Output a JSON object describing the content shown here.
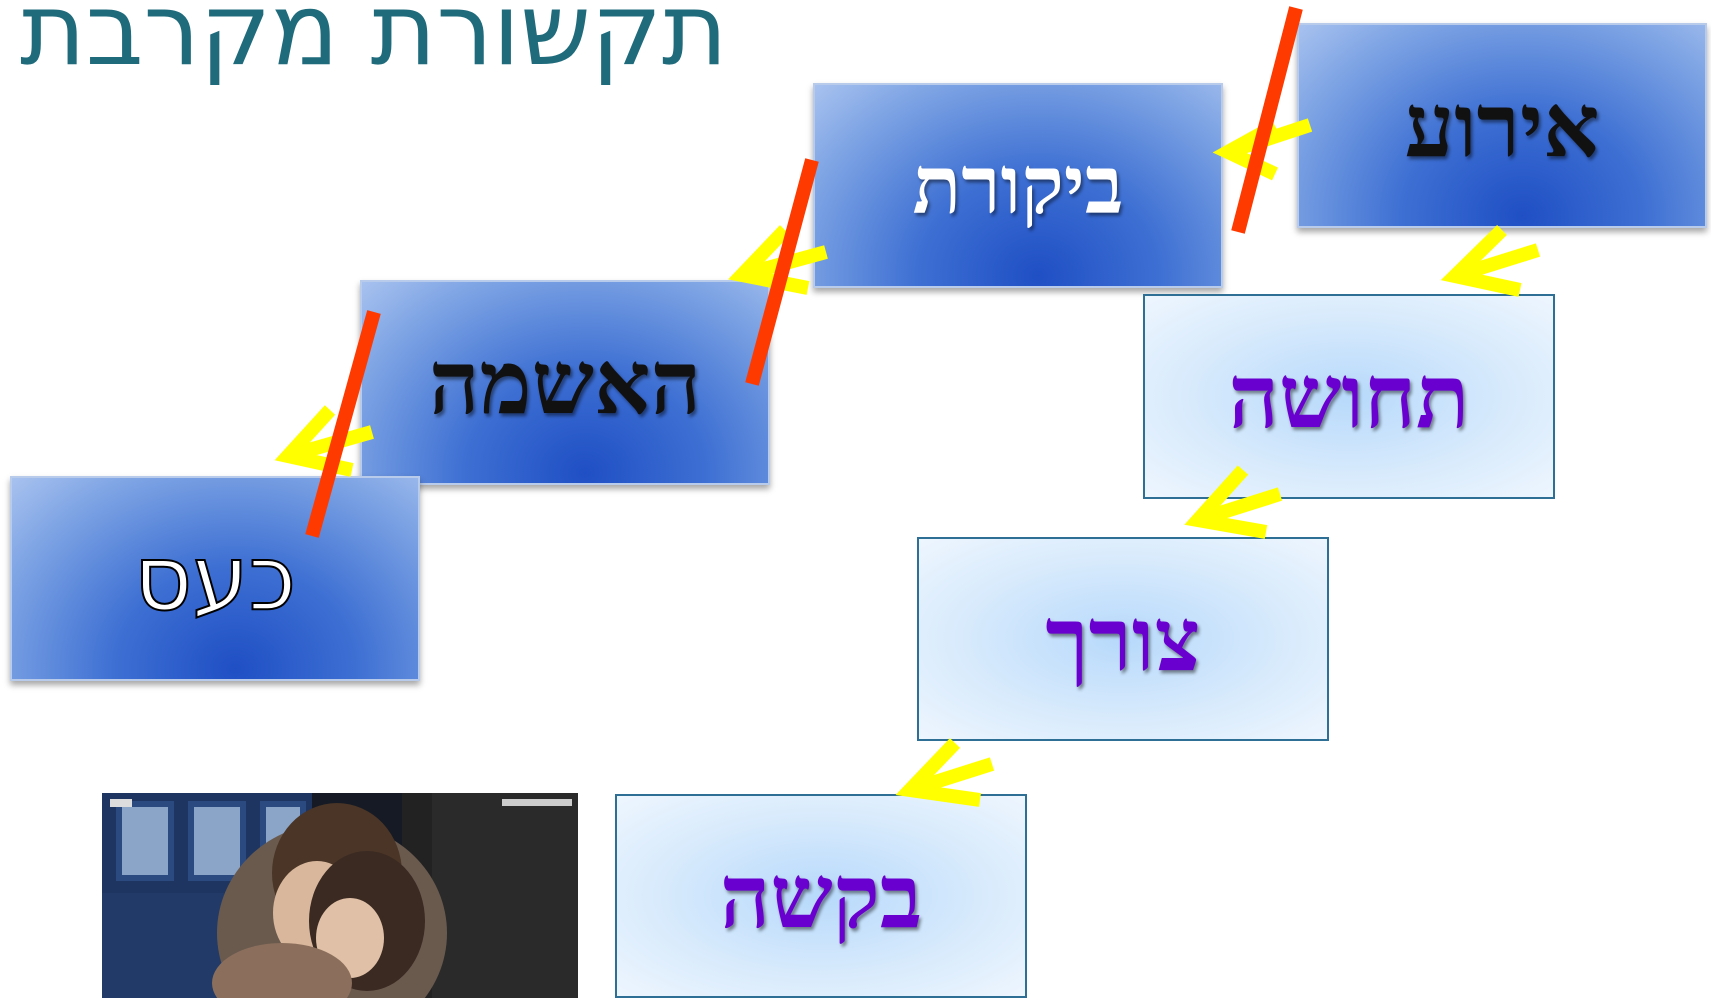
{
  "slide": {
    "title": "תקשורת מקרבת"
  },
  "boxes": {
    "event": "אירוע",
    "criticism": "ביקורת",
    "blame": "האשמה",
    "anger": "כעס",
    "feeling": "תחושה",
    "need": "צורך",
    "request": "בקשה"
  },
  "colors": {
    "title": "#1f6b7c",
    "arrow": "#ffff00",
    "strike": "#ff3a00",
    "purple_text": "#6a00d0",
    "dark_box": "#3d6fd3",
    "light_box": "#d7eafc"
  }
}
